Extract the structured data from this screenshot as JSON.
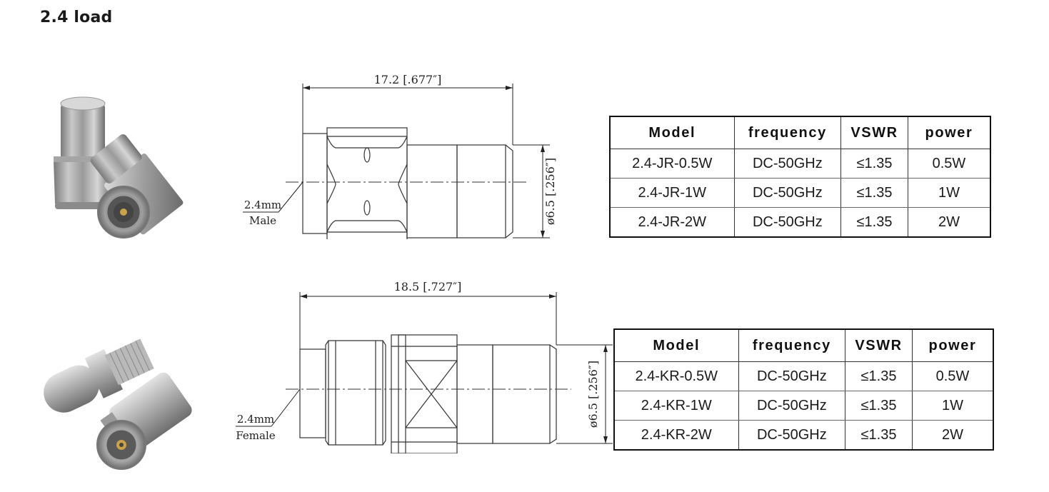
{
  "title": "2.4 load",
  "male": {
    "dim_length": "17.2 [.677″]",
    "dim_diameter": "ø6.5 [.256″]",
    "size_label": "2.4mm",
    "gender_label": "Male",
    "table": {
      "headers": [
        "Model",
        "frequency",
        "VSWR",
        "power"
      ],
      "rows": [
        [
          "2.4-JR-0.5W",
          "DC-50GHz",
          "≤1.35",
          "0.5W"
        ],
        [
          "2.4-JR-1W",
          "DC-50GHz",
          "≤1.35",
          "1W"
        ],
        [
          "2.4-JR-2W",
          "DC-50GHz",
          "≤1.35",
          "2W"
        ]
      ]
    }
  },
  "female": {
    "dim_length": "18.5 [.727″]",
    "dim_diameter": "ø6.5 [.256″]",
    "size_label": "2.4mm",
    "gender_label": "Female",
    "table": {
      "headers": [
        "Model",
        "frequency",
        "VSWR",
        "power"
      ],
      "rows": [
        [
          "2.4-KR-0.5W",
          "DC-50GHz",
          "≤1.35",
          "0.5W"
        ],
        [
          "2.4-KR-1W",
          "DC-50GHz",
          "≤1.35",
          "1W"
        ],
        [
          "2.4-KR-2W",
          "DC-50GHz",
          "≤1.35",
          "2W"
        ]
      ]
    }
  }
}
